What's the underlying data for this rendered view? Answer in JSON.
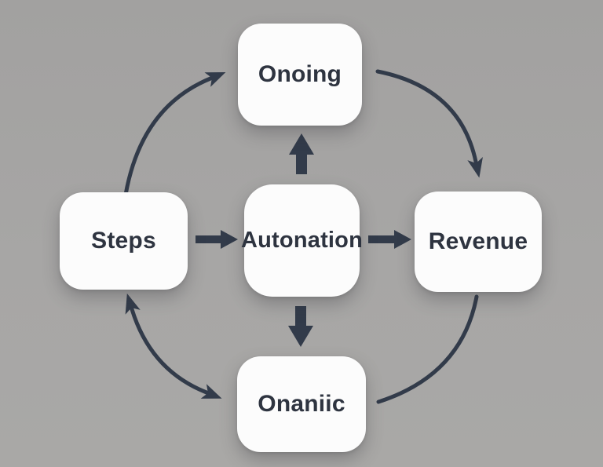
{
  "diagram": {
    "type": "cycle-flowchart",
    "background_color": "#a6a5a4",
    "box_fill": "#fcfcfc",
    "arrow_color": "#323b4a",
    "text_color": "#2e3440",
    "nodes": [
      {
        "id": "top",
        "label": "Onoing"
      },
      {
        "id": "left",
        "label": "Steps"
      },
      {
        "id": "center",
        "label": "Autonation"
      },
      {
        "id": "right",
        "label": "Revenue"
      },
      {
        "id": "bottom",
        "label": "Onaniic"
      }
    ],
    "connections": [
      {
        "from": "Steps",
        "to": "Onoing",
        "style": "curved",
        "heads": "single"
      },
      {
        "from": "Onoing",
        "to": "Revenue",
        "style": "curved",
        "heads": "single"
      },
      {
        "from": "Revenue",
        "to": "Onaniic",
        "style": "curved",
        "heads": "none"
      },
      {
        "from": "Onaniic",
        "to": "Steps",
        "style": "curved",
        "heads": "double"
      },
      {
        "from": "Steps",
        "to": "Autonation",
        "style": "straight",
        "heads": "single"
      },
      {
        "from": "Autonation",
        "to": "Revenue",
        "style": "straight",
        "heads": "single"
      },
      {
        "from": "Autonation",
        "to": "Onoing",
        "style": "straight",
        "heads": "single"
      },
      {
        "from": "Autonation",
        "to": "Onaniic",
        "style": "straight",
        "heads": "single"
      }
    ]
  }
}
